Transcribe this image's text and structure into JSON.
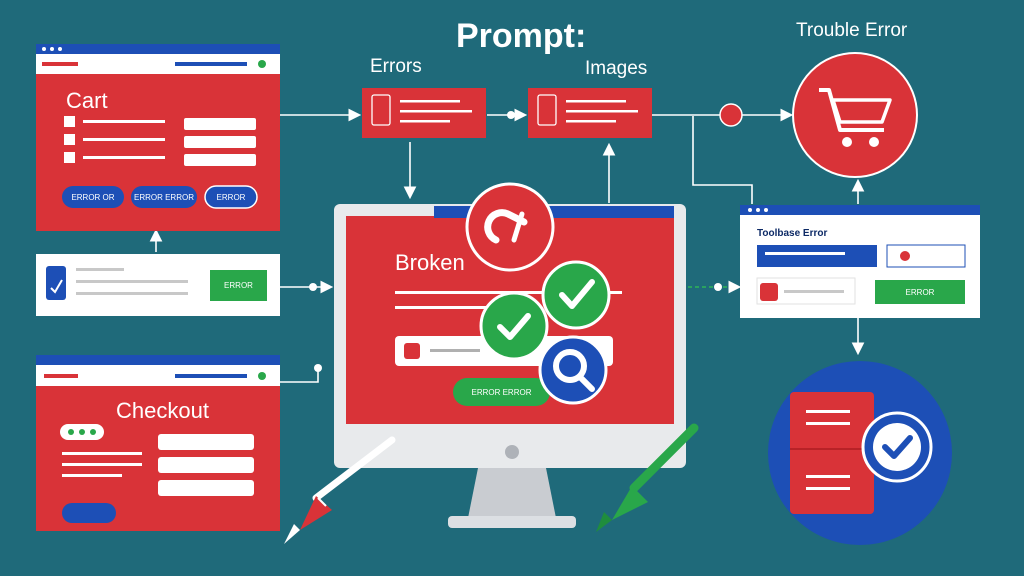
{
  "title": "Prompt:",
  "labels": {
    "errors": "Errors",
    "images": "Images",
    "trouble_error": "Trouble Error",
    "cart": "Cart",
    "checkout": "Checkout",
    "broken": "Broken",
    "panel_heading": "Toolbase Error"
  },
  "buttons": {
    "cart_left": "ERROR OR",
    "cart_mid": "ERROR ERROR",
    "cart_right": "ERROR",
    "notice": "ERROR",
    "right_panel": "ERROR",
    "monitor": "ERROR ERROR"
  },
  "colors": {
    "background": "#1f6a7a",
    "red": "#d93338",
    "blue": "#1d4fb6",
    "green": "#29a74a",
    "white": "#ffffff"
  },
  "icons": [
    "cart-icon",
    "check-icon",
    "search-icon",
    "link-icon",
    "pen-icon",
    "document-icon"
  ]
}
